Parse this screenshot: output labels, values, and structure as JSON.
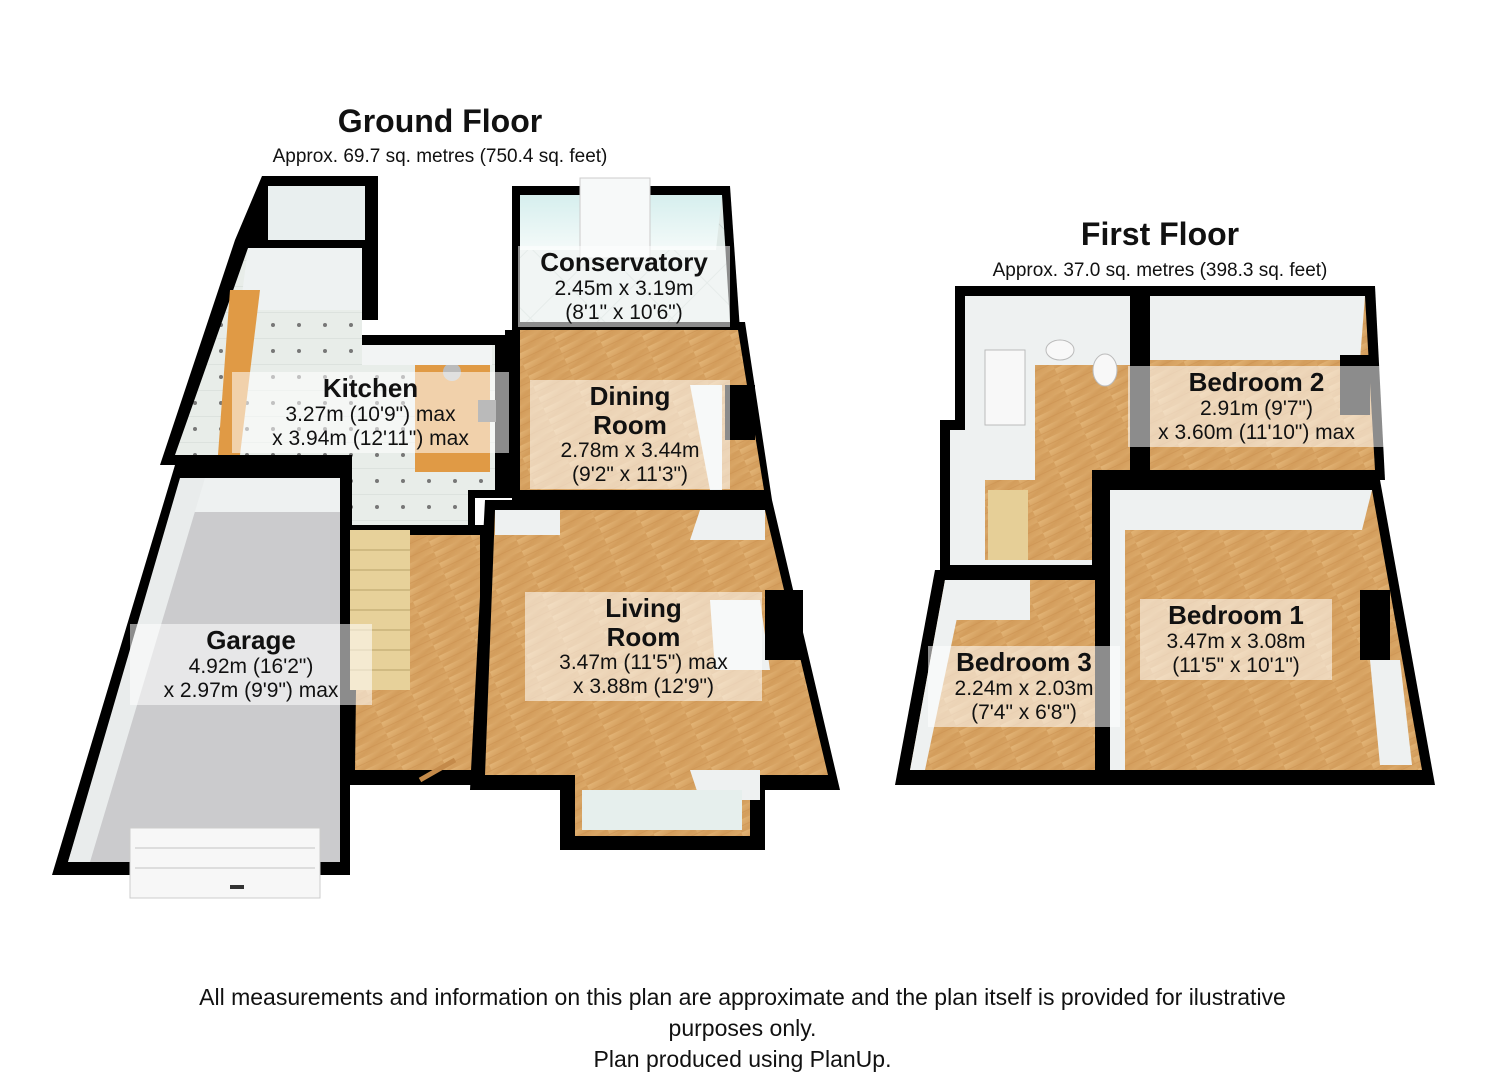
{
  "ground_floor": {
    "title": "Ground Floor",
    "area": "Approx. 69.7 sq. metres (750.4 sq. feet)",
    "rooms": {
      "conservatory": {
        "name": "Conservatory",
        "dim1": "2.45m x 3.19m",
        "dim2": "(8'1\" x 10'6\")"
      },
      "kitchen": {
        "name": "Kitchen",
        "dim1": "3.27m (10'9\") max",
        "dim2": "x 3.94m (12'11\") max"
      },
      "dining_room": {
        "name": "Dining\nRoom",
        "dim1": "2.78m x 3.44m",
        "dim2": "(9'2\" x 11'3\")"
      },
      "garage": {
        "name": "Garage",
        "dim1": "4.92m (16'2\")",
        "dim2": "x 2.97m (9'9\") max"
      },
      "living_room": {
        "name": "Living\nRoom",
        "dim1": "3.47m (11'5\") max",
        "dim2": "x 3.88m (12'9\")"
      }
    }
  },
  "first_floor": {
    "title": "First Floor",
    "area": "Approx. 37.0 sq. metres (398.3 sq. feet)",
    "rooms": {
      "bedroom_2": {
        "name": "Bedroom 2",
        "dim1": "2.91m (9'7\")",
        "dim2": "x 3.60m (11'10\") max"
      },
      "bedroom_1": {
        "name": "Bedroom 1",
        "dim1": "3.47m x 3.08m",
        "dim2": "(11'5\" x 10'1\")"
      },
      "bedroom_3": {
        "name": "Bedroom 3",
        "dim1": "2.24m x 2.03m",
        "dim2": "(7'4\" x 6'8\")"
      }
    }
  },
  "disclaimer": {
    "line1": "All measurements and information on this plan are approximate and the plan itself is provided for ilustrative",
    "line2": "purposes only.",
    "line3": "Plan produced using PlanUp."
  },
  "colors": {
    "wall": "#000000",
    "wood_floor": "#d9a766",
    "tile_floor": "#e6ece8",
    "garage_floor": "#c9c9cb",
    "wall_face": "#f0f2f2",
    "counter": "#e09a45",
    "stairs": "#e6cf97"
  }
}
